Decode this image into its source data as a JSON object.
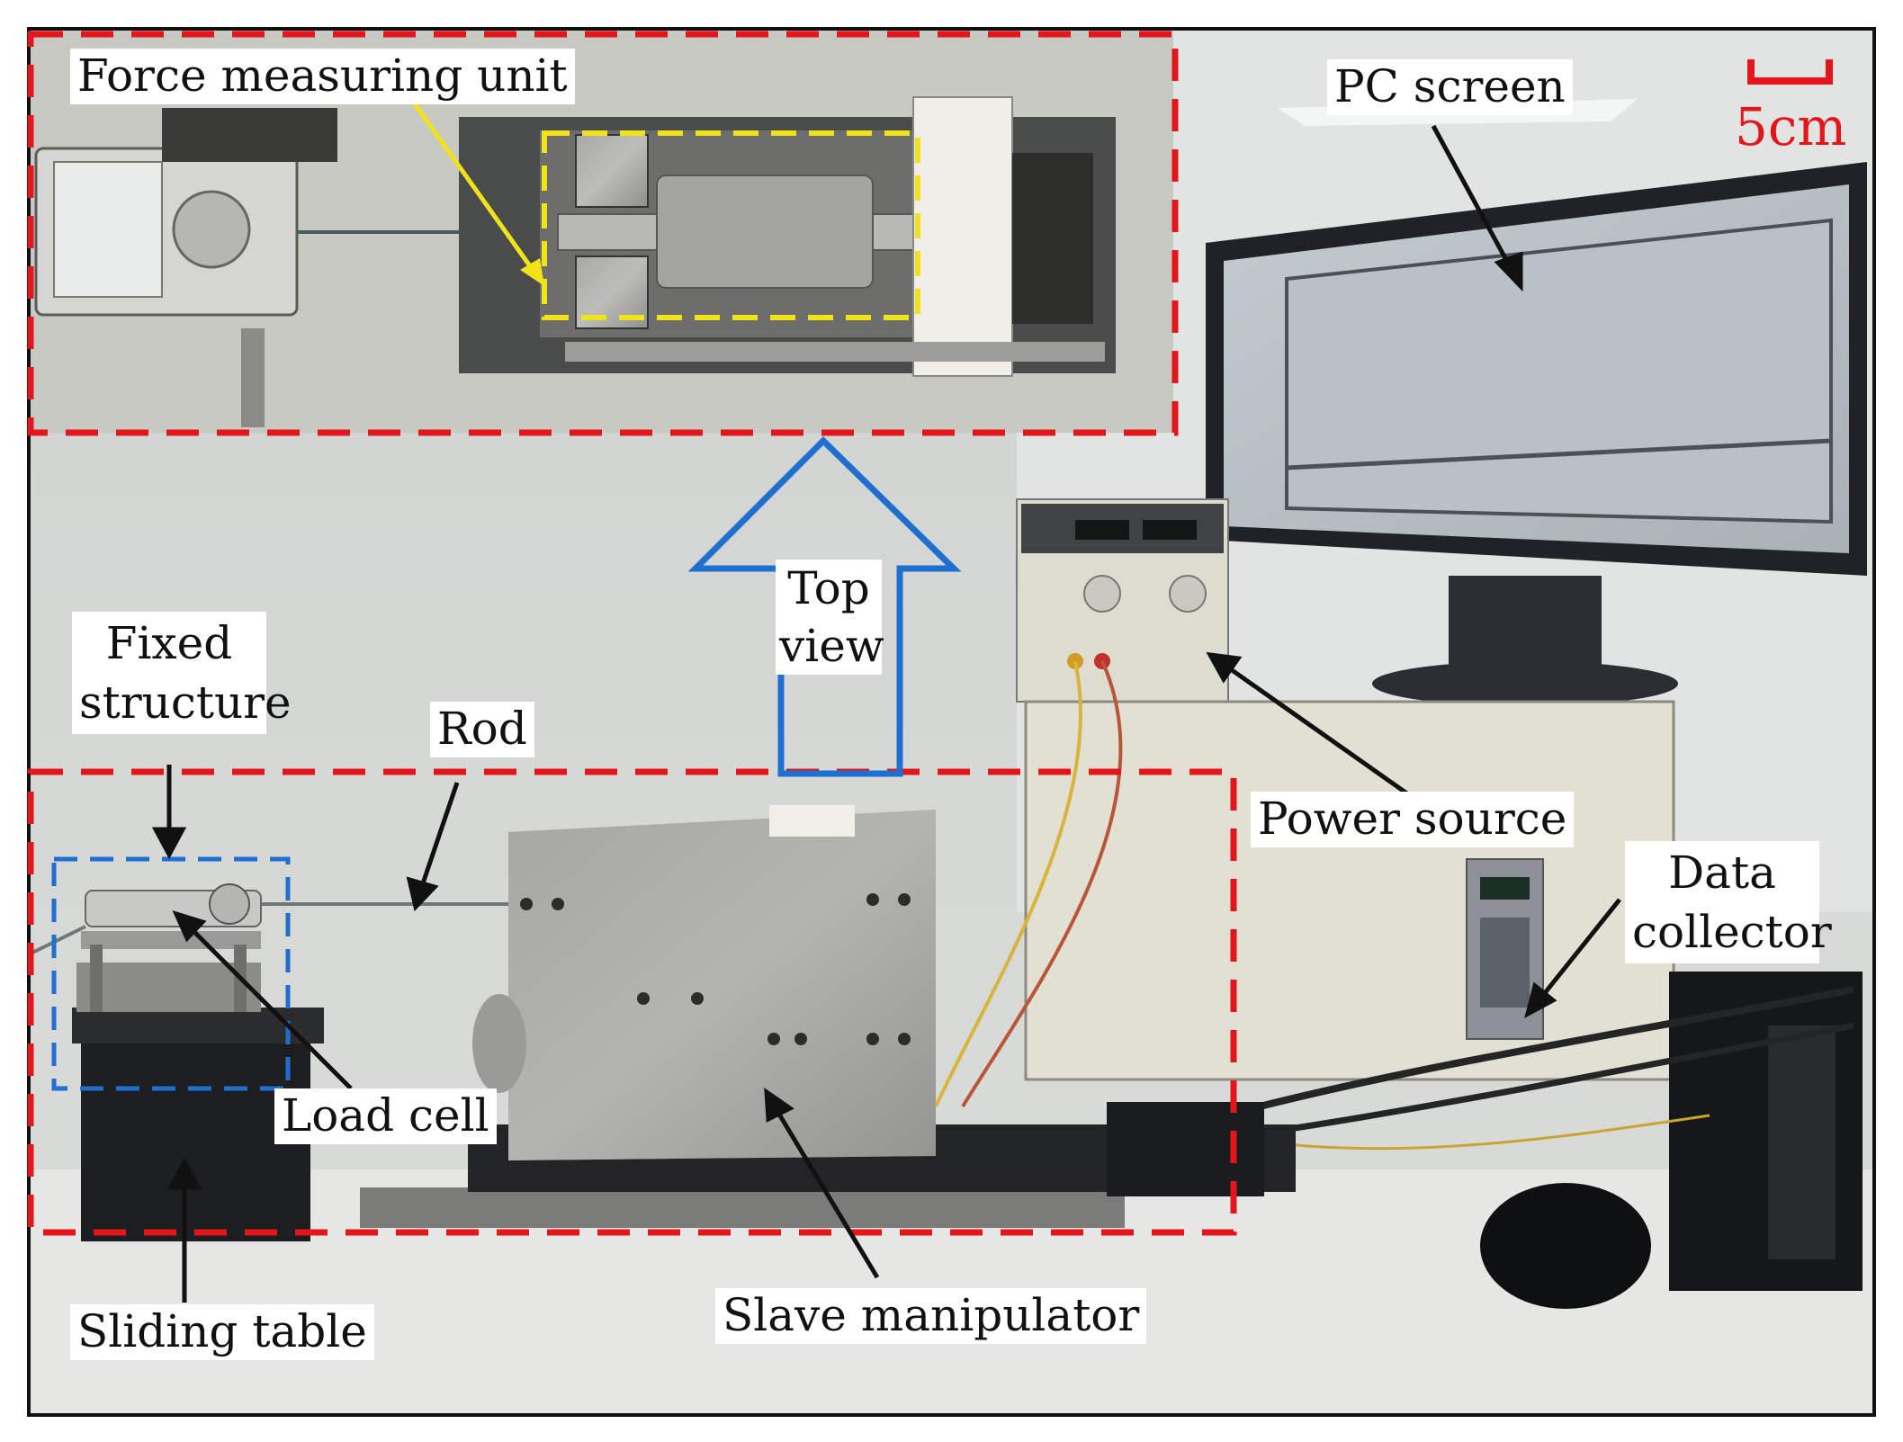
{
  "labels": {
    "force_measuring_unit": "Force measuring unit",
    "pc_screen": "PC screen",
    "scale": "5cm",
    "top_view_line1": "Top",
    "top_view_line2": "view",
    "fixed_structure_line1": "Fixed",
    "fixed_structure_line2": "structure",
    "rod": "Rod",
    "power_source": "Power source",
    "data_collector_line1": "Data",
    "data_collector_line2": "collector",
    "load_cell": "Load cell",
    "sliding_table": "Sliding table",
    "slave_manipulator": "Slave manipulator"
  },
  "colors": {
    "region_dash": "#e3161b",
    "inner_dash": "#f2e21a",
    "arrow_outline": "#1f6fd1",
    "fixed_box_dash": "#1f6fd1",
    "leader_lines": "#111111",
    "yellow_leader": "#f2e21a"
  }
}
